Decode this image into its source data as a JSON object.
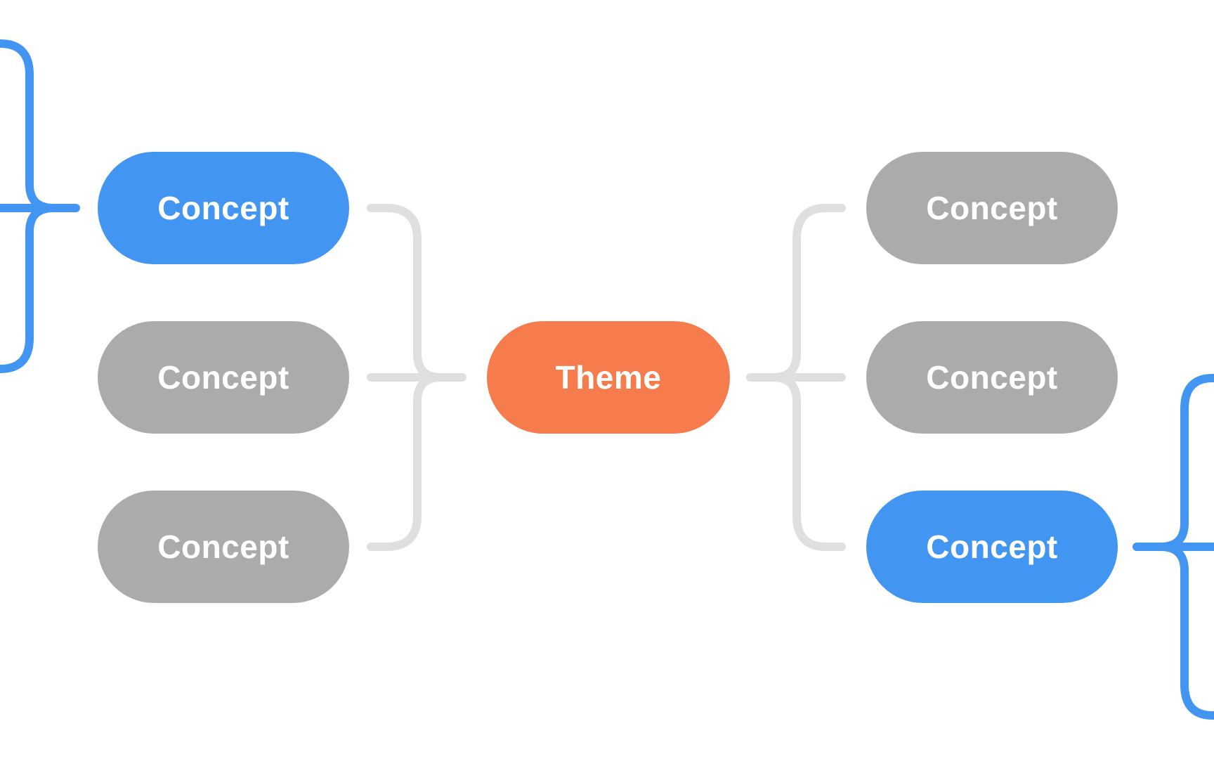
{
  "app": {
    "type": "mind-map-diagram",
    "background": "#FFFFFF"
  },
  "colors": {
    "node_blue": "#4296F1",
    "node_gray": "#ABAAAD",
    "node_orange": "#F67C4D",
    "connector_gray": "#DFDFE1",
    "connector_blue": "#4296F1",
    "node_text": "#FFFFFF"
  },
  "nodes": {
    "theme": {
      "label": "Theme",
      "variant": "orange"
    },
    "left_concepts": [
      {
        "label": "Concept",
        "variant": "blue"
      },
      {
        "label": "Concept",
        "variant": "gray"
      },
      {
        "label": "Concept",
        "variant": "gray"
      }
    ],
    "right_concepts": [
      {
        "label": "Concept",
        "variant": "gray"
      },
      {
        "label": "Concept",
        "variant": "gray"
      },
      {
        "label": "Concept",
        "variant": "blue"
      }
    ]
  },
  "connectors": {
    "left_gray_brace": "joins left concepts to theme",
    "right_gray_brace": "joins theme to right concepts",
    "left_blue_brace": "joins offscreen-left children to left blue concept",
    "right_blue_brace": "joins right blue concept to offscreen-right children"
  }
}
